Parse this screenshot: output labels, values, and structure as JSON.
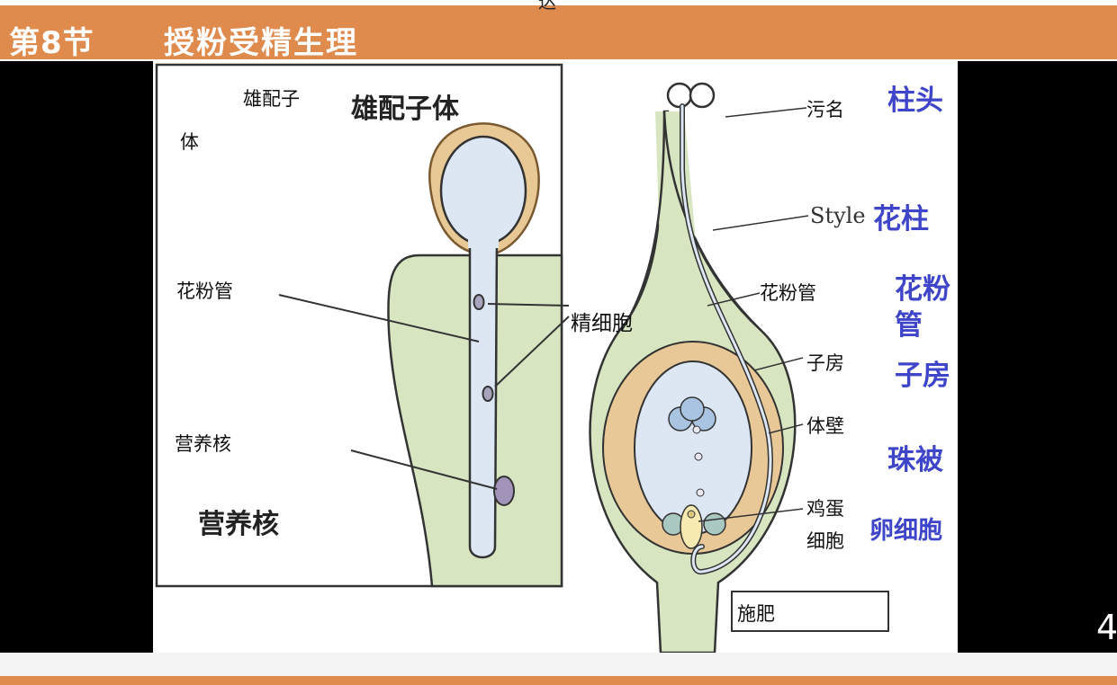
{
  "header": {
    "section": "第8节",
    "title": "授粉受精生理",
    "top_glyph": "达"
  },
  "page_number": "4",
  "left_panel": {
    "label_gametophyte_line1": "雄配子",
    "label_gametophyte_line2": "体",
    "title": "雄配子体",
    "label_pollen_tube": "花粉管",
    "label_sperm": "精细胞",
    "label_vegetative_nucleus": "营养核",
    "title_vegetative_nucleus": "营养核"
  },
  "right_panel": {
    "label_stigma": "污名",
    "label_style_en": "Style",
    "label_pollen_tube": "花粉管",
    "label_ovary": "子房",
    "label_body_wall": "体壁",
    "label_egg_line1": "鸡蛋",
    "label_egg_line2": "细胞",
    "label_fertilization": "施肥",
    "blue_stigma": "柱头",
    "blue_style": "花柱",
    "blue_pollen_tube_line1": "花粉",
    "blue_pollen_tube_line2": "管",
    "blue_ovary": "子房",
    "blue_integument": "珠被",
    "blue_egg_cell": "卵细胞"
  }
}
